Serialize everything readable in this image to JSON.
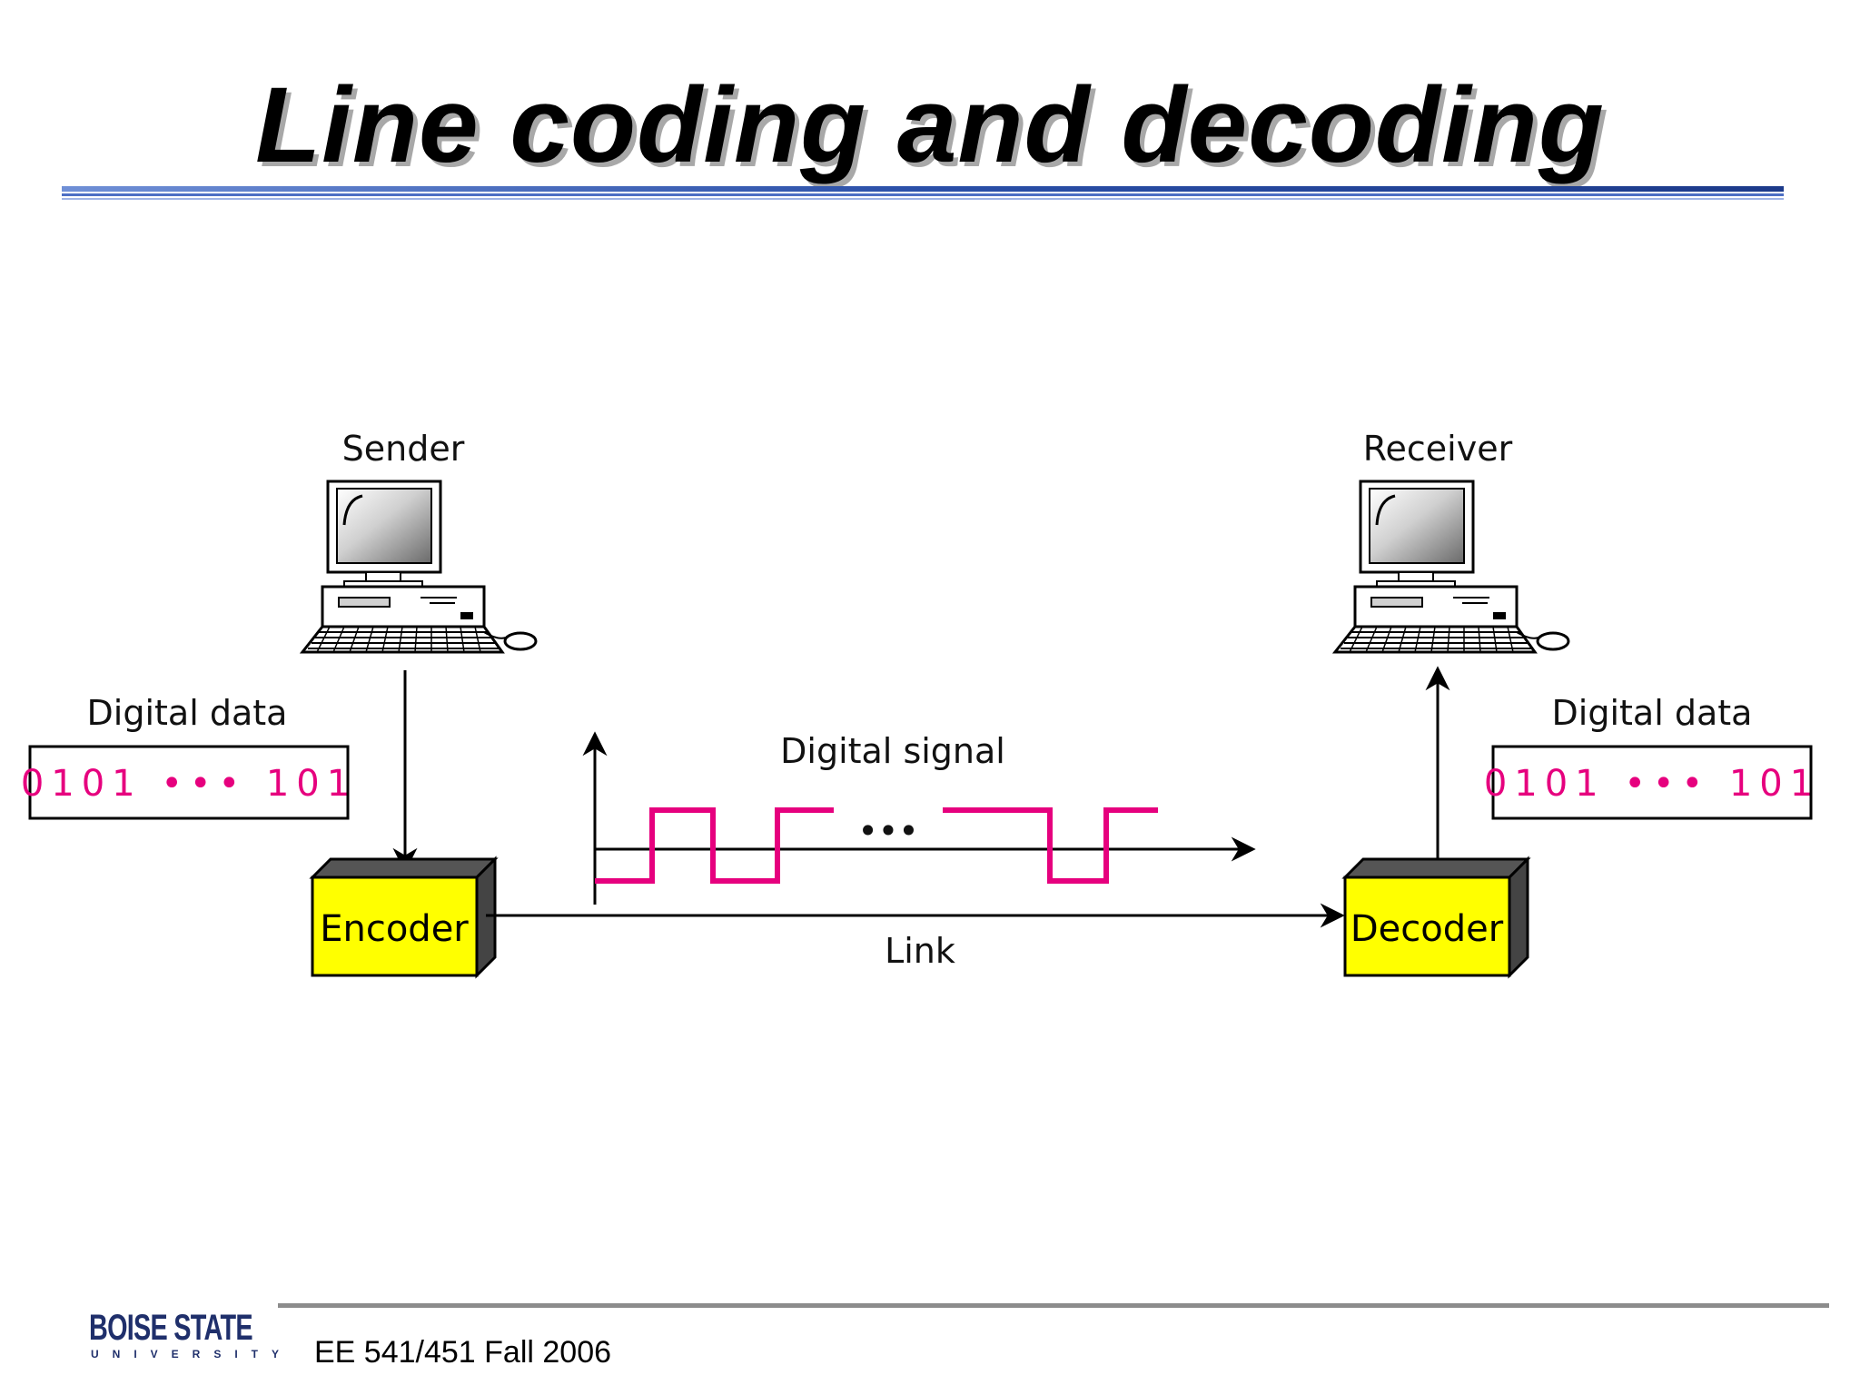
{
  "slide": {
    "title": "Line coding and decoding",
    "footer": "EE 541/451 Fall 2006"
  },
  "logo": {
    "line1": "BOISE STATE",
    "line2": "UNIVERSITY"
  },
  "diagram": {
    "sender_label": "Sender",
    "receiver_label": "Receiver",
    "left_data_label": "Digital data",
    "left_bits": "0101 ••• 101",
    "right_data_label": "Digital data",
    "right_bits": "0101 ••• 101",
    "signal_label": "Digital signal",
    "signal_ellipsis": "•••",
    "encoder_label": "Encoder",
    "decoder_label": "Decoder",
    "link_label": "Link"
  },
  "colors": {
    "signal": "#e6007e",
    "bits": "#e6007e",
    "box_fill": "#ffff00",
    "title_rule": "#2a4fa8",
    "logo": "#1f2f6b"
  }
}
